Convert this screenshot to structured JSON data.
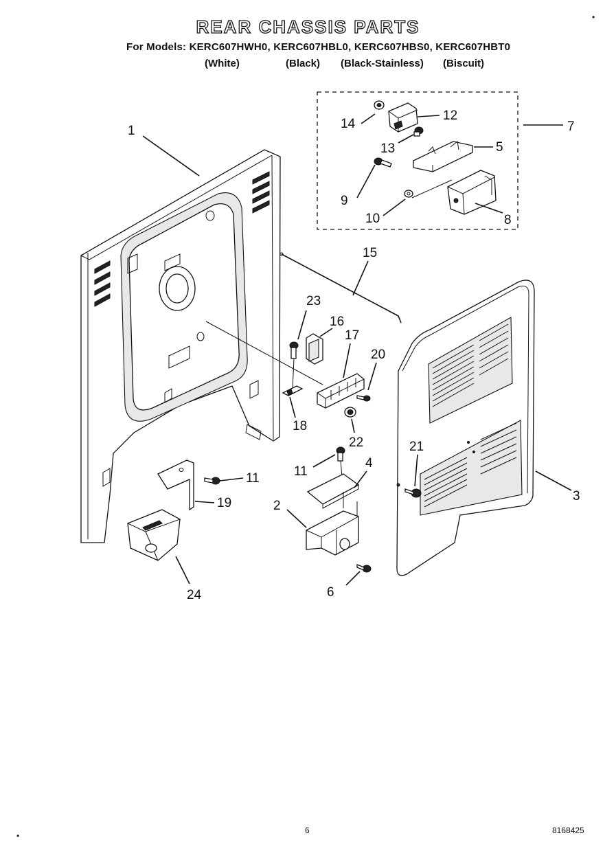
{
  "header": {
    "title": "REAR CHASSIS PARTS",
    "models_line": "For Models: KERC607HWH0, KERC607HBL0, KERC607HBS0, KERC607HBT0",
    "colors": [
      "(White)",
      "(Black)",
      "(Black-Stainless)",
      "(Biscuit)"
    ]
  },
  "callouts": [
    "1",
    "2",
    "3",
    "4",
    "5",
    "6",
    "7",
    "8",
    "9",
    "10",
    "11",
    "12",
    "13",
    "14",
    "15",
    "16",
    "17",
    "18",
    "19",
    "20",
    "21",
    "22",
    "23",
    "24"
  ],
  "footer": {
    "page_number": "6",
    "document_number": "8168425"
  }
}
